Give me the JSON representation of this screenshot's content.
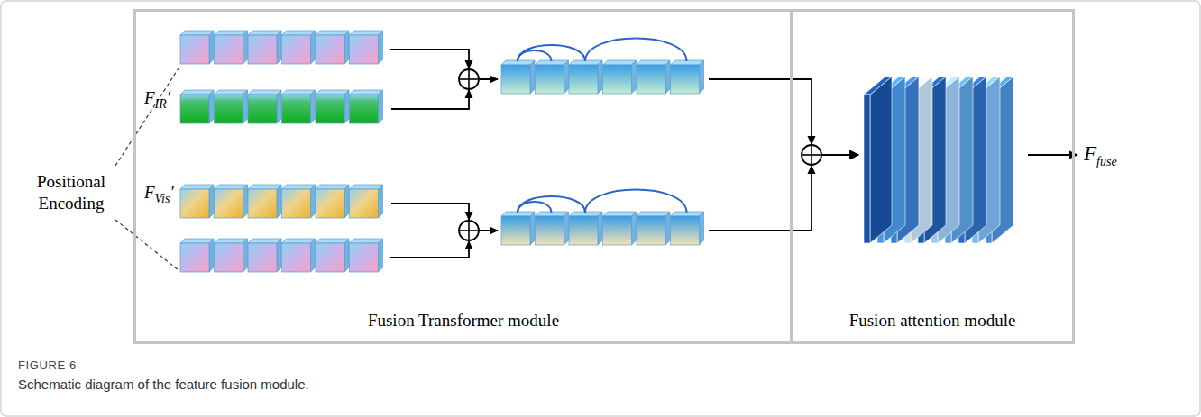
{
  "diagram": {
    "caption": "Schematic diagram of the feature fusion module.",
    "nodes": [
      {
        "text": [
          "Fusion Transformer module"
        ]
      },
      {
        "text": [
          "FIR′"
        ],
        "in": 0
      },
      {
        "text": [
          "FVis′"
        ],
        "in": 0
      },
      {
        "text": [
          "Fusion attention module"
        ]
      }
    ],
    "edges": [
      {
        "from": 1,
        "to": 3,
        "arrow": "to"
      },
      {
        "from": 2,
        "to": 3,
        "arrow": "to"
      }
    ],
    "labels": [
      "FIGURE 6",
      "Positional Encoding",
      "Ffuse"
    ]
  }
}
